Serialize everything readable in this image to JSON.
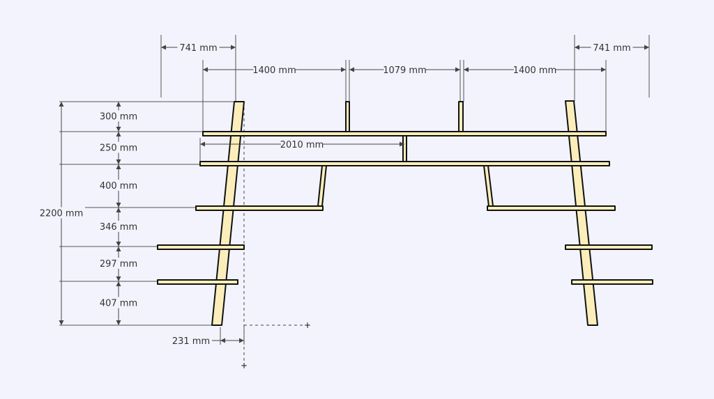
{
  "drawing": {
    "top_dims": {
      "left_offset": "741 mm",
      "right_offset": "741 mm",
      "span_left": "1400 mm",
      "span_middle": "1079 mm",
      "span_right": "1400 mm"
    },
    "inner_width": "2010 mm",
    "total_height": "2200 mm",
    "shelf_spacings": [
      "300 mm",
      "250 mm",
      "400 mm",
      "346 mm",
      "297 mm",
      "407 mm"
    ],
    "foot_offset": "231 mm",
    "colors": {
      "background": "#f2f3fc",
      "wood": "#fbeebb",
      "outline": "#111111"
    }
  }
}
